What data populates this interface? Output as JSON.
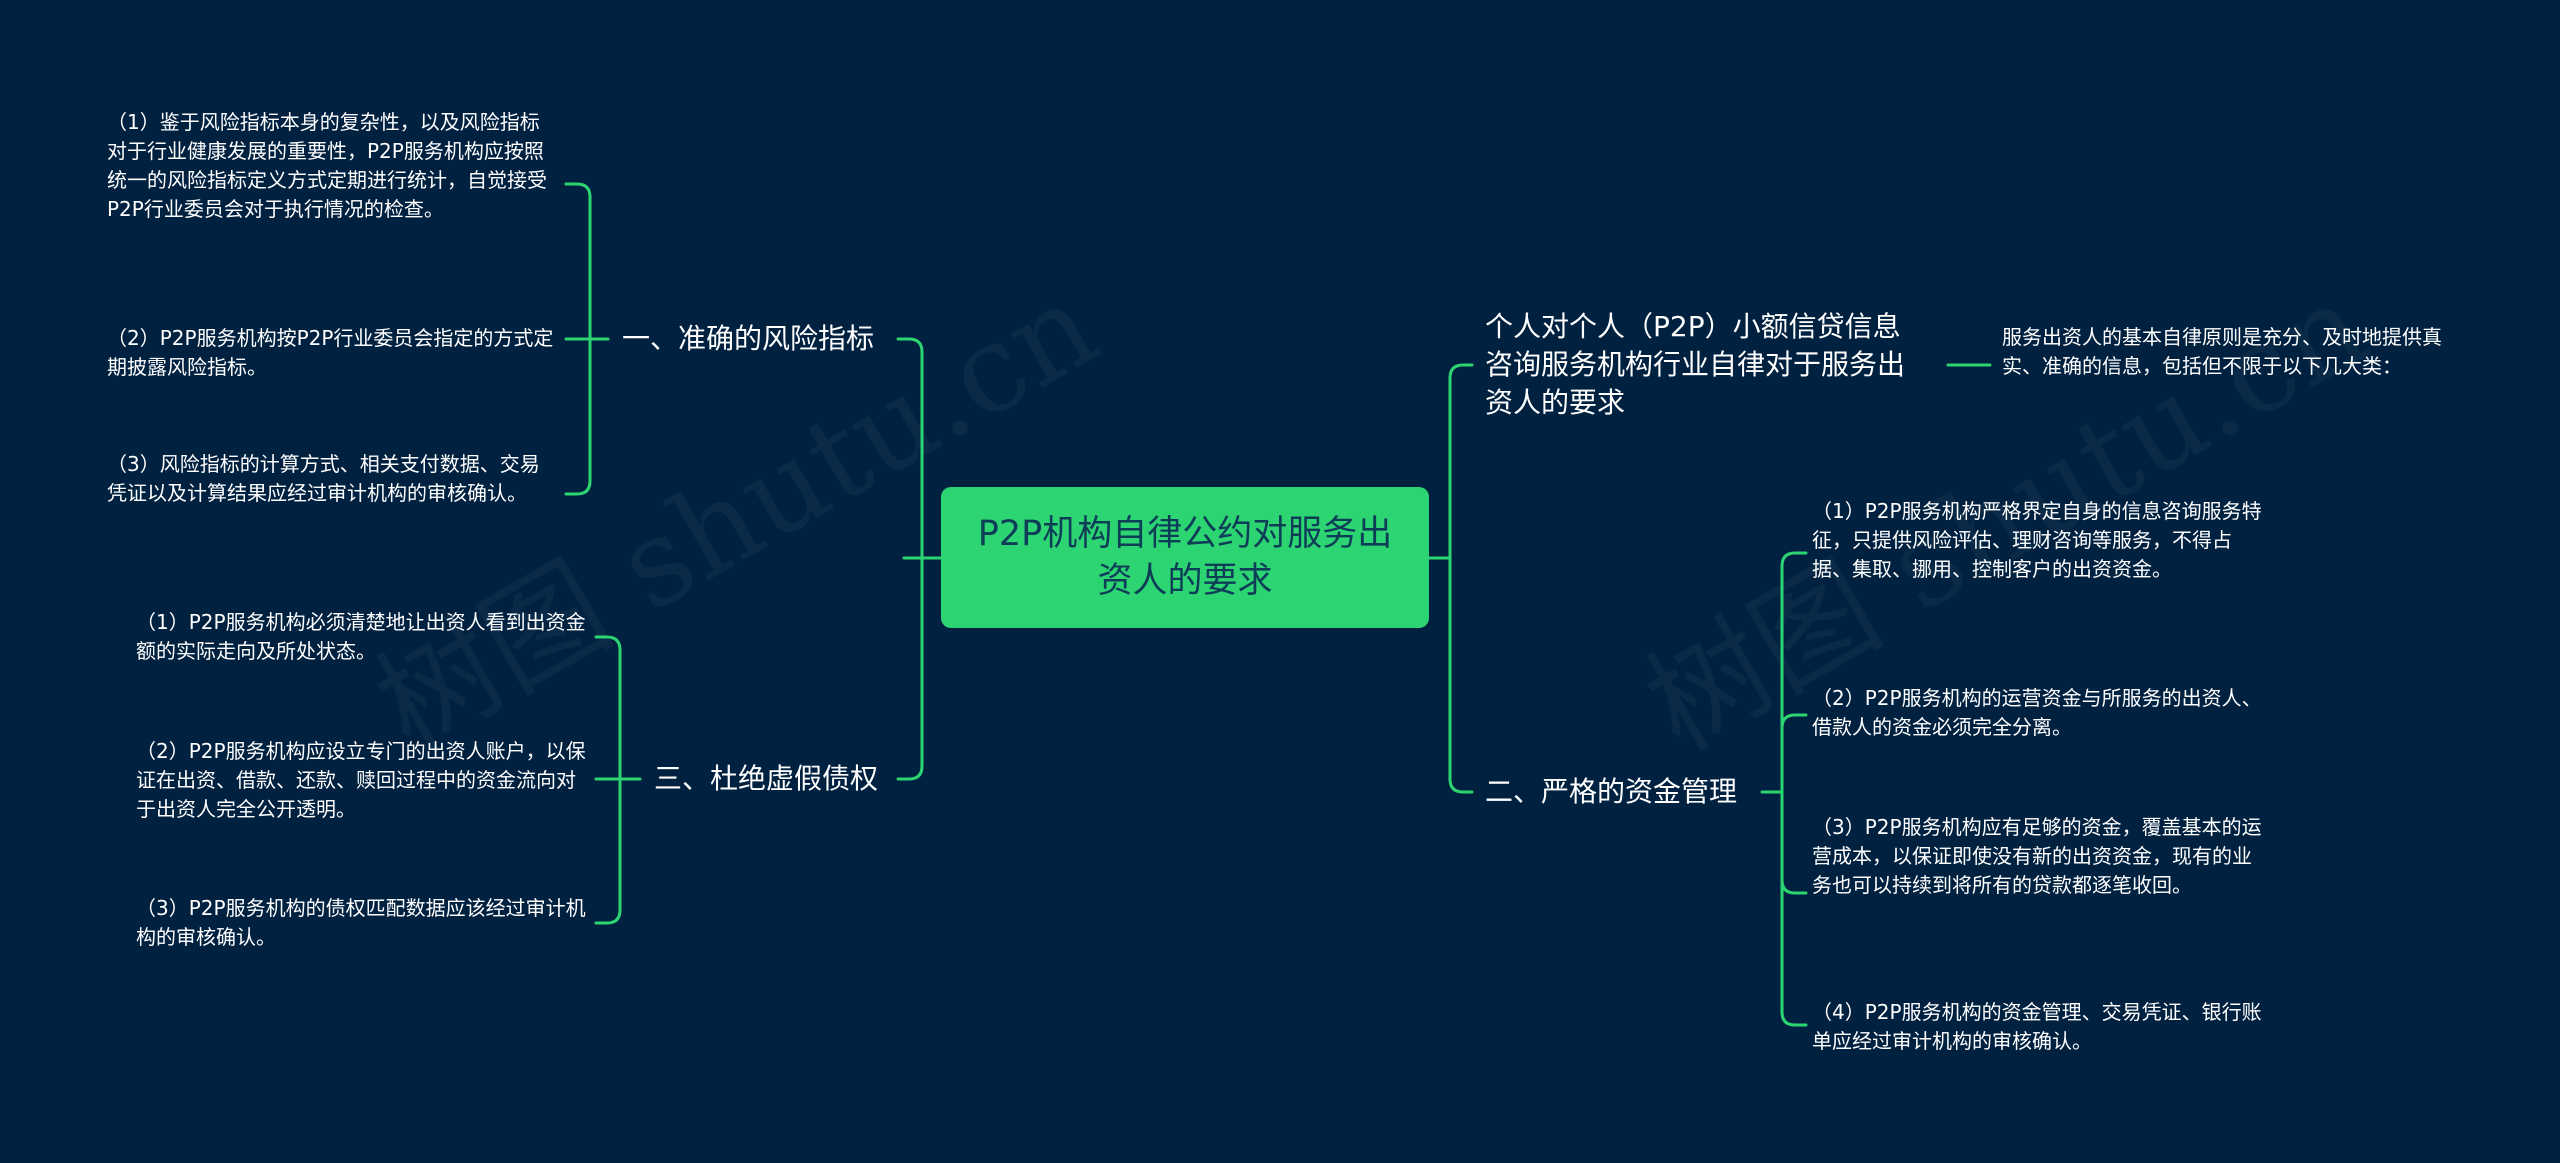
{
  "watermark": "树图 shutu.cn",
  "center": {
    "label": "P2P机构自律公约对服务出资人的要求"
  },
  "left": {
    "branch1": {
      "label": "一、准确的风险指标",
      "items": [
        "（1）鉴于风险指标本身的复杂性，以及风险指标对于行业健康发展的重要性，P2P服务机构应按照统一的风险指标定义方式定期进行统计，自觉接受P2P行业委员会对于执行情况的检查。",
        "（2）P2P服务机构按P2P行业委员会指定的方式定期披露风险指标。",
        "（3）风险指标的计算方式、相关支付数据、交易凭证以及计算结果应经过审计机构的审核确认。"
      ]
    },
    "branch3": {
      "label": "三、杜绝虚假债权",
      "items": [
        "（1）P2P服务机构必须清楚地让出资人看到出资金额的实际走向及所处状态。",
        "（2）P2P服务机构应设立专门的出资人账户，以保证在出资、借款、还款、赎回过程中的资金流向对于出资人完全公开透明。",
        "（3）P2P服务机构的债权匹配数据应该经过审计机构的审核确认。"
      ]
    }
  },
  "right": {
    "branch0": {
      "label": "个人对个人（P2P）小额信贷信息咨询服务机构行业自律对于服务出资人的要求",
      "items": [
        "服务出资人的基本自律原则是充分、及时地提供真实、准确的信息，包括但不限于以下几大类："
      ]
    },
    "branch2": {
      "label": "二、严格的资金管理",
      "items": [
        "（1）P2P服务机构严格界定自身的信息咨询服务特征，只提供风险评估、理财咨询等服务，不得占据、集取、挪用、控制客户的出资资金。",
        "（2）P2P服务机构的运营资金与所服务的出资人、借款人的资金必须完全分离。",
        "（3）P2P服务机构应有足够的资金，覆盖基本的运营成本，以保证即使没有新的出资资金，现有的业务也可以持续到将所有的贷款都逐笔收回。",
        "（4）P2P服务机构的资金管理、交易凭证、银行账单应经过审计机构的审核确认。"
      ]
    }
  },
  "colors": {
    "background": "#012140",
    "center_fill": "#2dd472",
    "center_text": "#0d3d57",
    "connector": "#2dd472",
    "text": "#ffffff"
  }
}
